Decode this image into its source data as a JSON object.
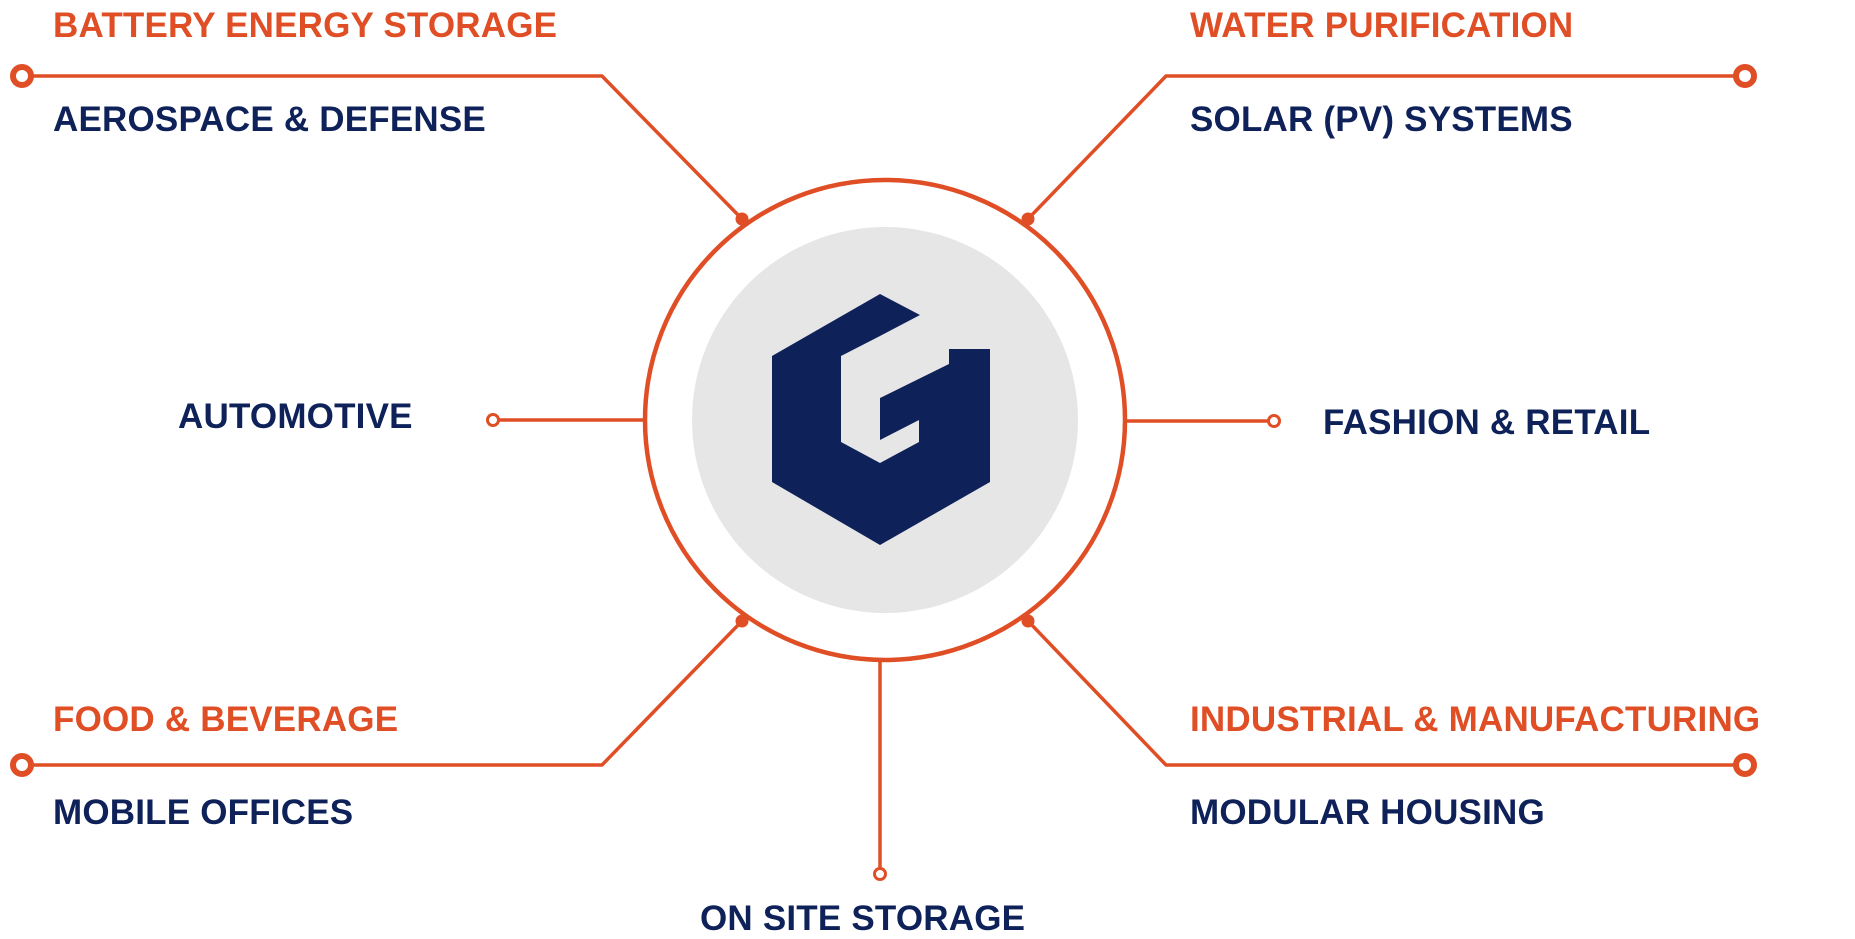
{
  "colors": {
    "accent": "#e04e26",
    "text_dark": "#0e2159",
    "logo": "#0e2159",
    "hub_fill": "#e6e6e6"
  },
  "hub": {
    "logo_icon": "hexagon-g-logo-icon"
  },
  "branches": {
    "top_left": {
      "category": "BATTERY ENERGY STORAGE",
      "sector": "AEROSPACE & DEFENSE"
    },
    "top_right": {
      "category": "WATER PURIFICATION",
      "sector": "SOLAR (PV) SYSTEMS"
    },
    "left": {
      "sector": "AUTOMOTIVE"
    },
    "right": {
      "sector": "FASHION & RETAIL"
    },
    "bottom_left": {
      "category": "FOOD & BEVERAGE",
      "sector": "MOBILE OFFICES"
    },
    "bottom_right": {
      "category": "INDUSTRIAL & MANUFACTURING",
      "sector": "MODULAR HOUSING"
    },
    "bottom": {
      "sector": "ON SITE STORAGE"
    }
  }
}
